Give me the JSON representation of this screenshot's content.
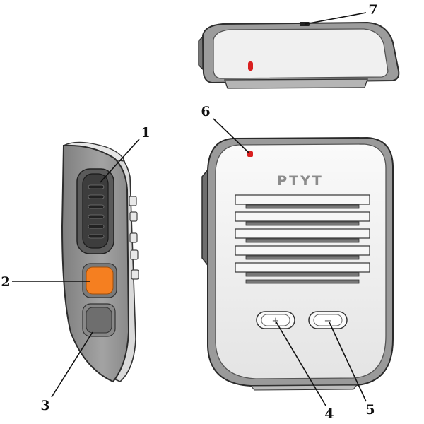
{
  "brand": {
    "logo_text": "PTYT"
  },
  "buttons": {
    "plus_sign": "+",
    "minus_sign": "−"
  },
  "colors": {
    "body_gray": "#9a9a9a",
    "face_light": "#f2f2f2",
    "ptt_orange": "#f57f20",
    "led_red": "#d92020",
    "key_dark": "#6e6e6e"
  },
  "callouts": [
    {
      "number": "1",
      "target": "ptt-button"
    },
    {
      "number": "2",
      "target": "orange-function-key"
    },
    {
      "number": "3",
      "target": "gray-function-key"
    },
    {
      "number": "4",
      "target": "volume-up-button"
    },
    {
      "number": "5",
      "target": "volume-down-button"
    },
    {
      "number": "6",
      "target": "status-led"
    },
    {
      "number": "7",
      "target": "top-port"
    }
  ]
}
